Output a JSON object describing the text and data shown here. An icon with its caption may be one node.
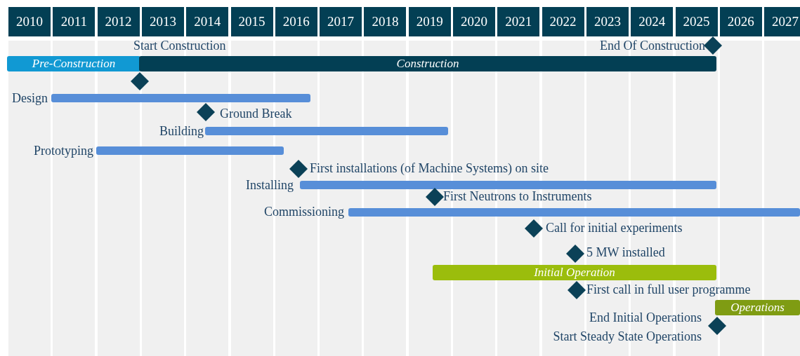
{
  "diagram": {
    "nodes": [
      {
        "text": [],
        "shape": "diamond"
      },
      {
        "text": [],
        "shape": "diamond",
        "beside": [
          "End Of Construction"
        ]
      },
      {
        "text": [
          "Pre-Construction"
        ]
      },
      {
        "text": [
          "Construction"
        ]
      },
      {
        "text": [],
        "shape": "bar",
        "beside": [
          "Design"
        ]
      },
      {
        "text": [],
        "shape": "diamond",
        "beside": [
          "Ground Break"
        ]
      },
      {
        "text": [],
        "shape": "bar",
        "beside": [
          "Building"
        ]
      },
      {
        "text": [],
        "shape": "bar",
        "beside": [
          "Prototyping"
        ]
      },
      {
        "text": [],
        "shape": "diamond",
        "beside": [
          "First installations (of Machine Systems) on site"
        ]
      },
      {
        "text": [],
        "shape": "bar",
        "beside": [
          "Installing"
        ]
      },
      {
        "text": [],
        "shape": "diamond",
        "beside": [
          "First Neutrons to Instruments"
        ]
      },
      {
        "text": [],
        "shape": "bar",
        "beside": [
          "Commissioning"
        ]
      },
      {
        "text": [],
        "shape": "diamond",
        "beside": [
          "Call for initial experiments"
        ]
      },
      {
        "text": [],
        "shape": "diamond",
        "beside": [
          "5 MW installed"
        ]
      },
      {
        "text": [
          "Initial Operation"
        ]
      },
      {
        "text": [],
        "shape": "diamond",
        "beside": [
          "First call in full user programme"
        ]
      },
      {
        "text": [
          "Operations"
        ]
      },
      {
        "text": [],
        "shape": "diamond",
        "beside": [
          "End Initial Operations",
          "Start Steady State Operations"
        ]
      }
    ],
    "labels": [
      "2010",
      "2011",
      "2012",
      "2013",
      "2014",
      "2015",
      "2016",
      "2017",
      "2018",
      "2019",
      "2020",
      "2021",
      "2022",
      "2023",
      "2024",
      "2025",
      "2026",
      "2027",
      "Start Construction"
    ]
  }
}
